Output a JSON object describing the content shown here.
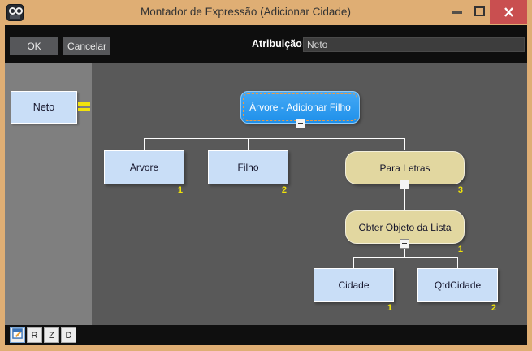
{
  "window": {
    "title": "Montador de Expressão (Adicionar Cidade)"
  },
  "toolbar": {
    "ok": "OK",
    "cancel": "Cancelar",
    "attribution_label": "Atribuição:",
    "attribution_value": "Neto"
  },
  "sidebar": {
    "variable": "Neto",
    "operator": "="
  },
  "tree": {
    "root": {
      "label": "Árvore - Adicionar Filho"
    },
    "nodes": {
      "arvore": {
        "label": "Arvore",
        "index": "1"
      },
      "filho": {
        "label": "Filho",
        "index": "2"
      },
      "para_letras": {
        "label": "Para Letras",
        "index": "3"
      },
      "obter_objeto": {
        "label": "Obter Objeto da Lista",
        "index": "1"
      },
      "cidade": {
        "label": "Cidade",
        "index": "1"
      },
      "qtd_cidade": {
        "label": "QtdCidade",
        "index": "2"
      }
    }
  },
  "statusbar": {
    "buttons": {
      "r": "R",
      "z": "Z",
      "d": "D"
    }
  },
  "colors": {
    "titlebar": "#dfae74",
    "close_button": "#c94f50",
    "toolbar_bg": "#0e0e0e",
    "sidebar_bg": "#7f7f7f",
    "canvas_bg": "#595959",
    "node_blue": "#2e9df2",
    "node_light_blue": "#c9def7",
    "node_tan": "#e2d7a0",
    "number_yellow": "#f0e30a",
    "line_white": "#fdfdfd"
  }
}
